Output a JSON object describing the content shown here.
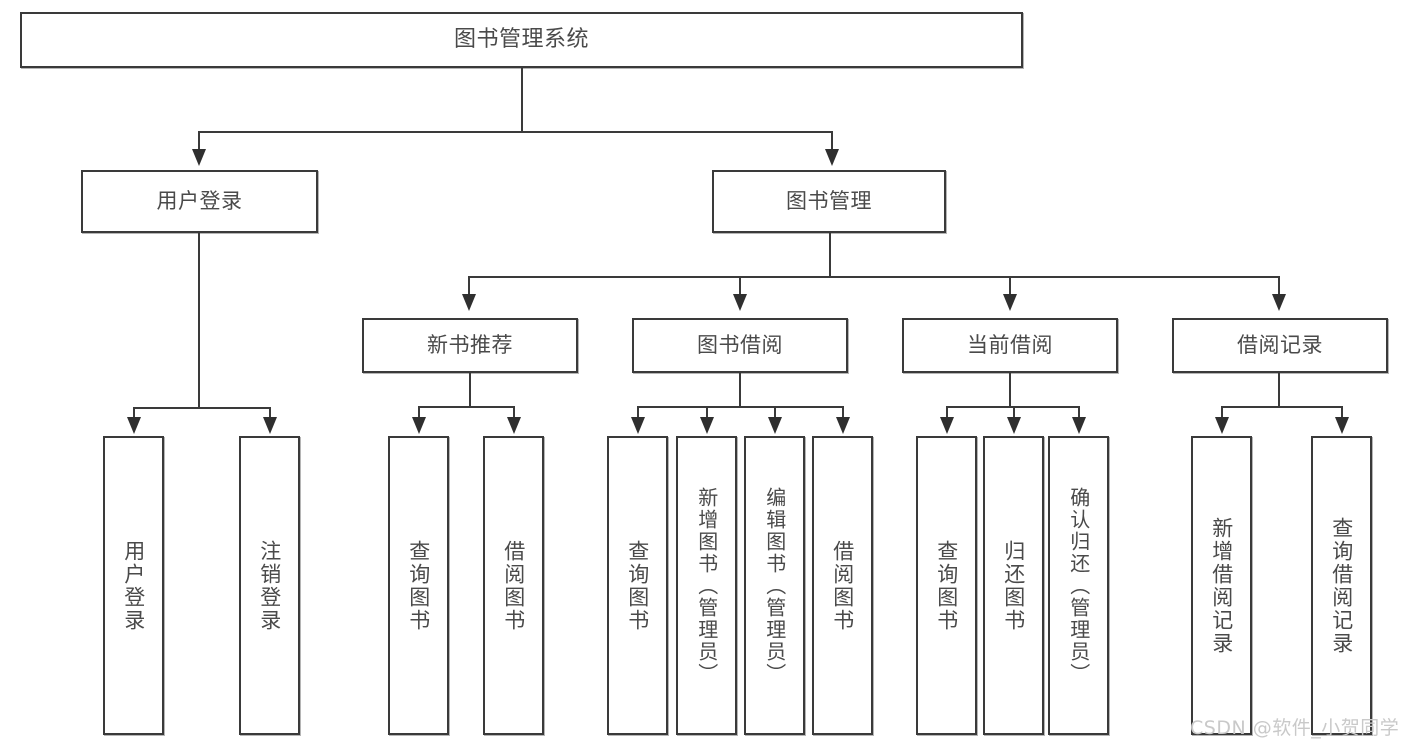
{
  "diagram": {
    "title": "图书管理系统",
    "type": "hierarchy-tree",
    "levels": 4,
    "nodes": {
      "root": {
        "label": "图书管理系统"
      },
      "level2": [
        {
          "id": "user-login",
          "label": "用户登录"
        },
        {
          "id": "book-management",
          "label": "图书管理"
        }
      ],
      "level3": [
        {
          "id": "new-book-recommend",
          "label": "新书推荐",
          "parent": "book-management"
        },
        {
          "id": "book-borrow",
          "label": "图书借阅",
          "parent": "book-management"
        },
        {
          "id": "current-borrow",
          "label": "当前借阅",
          "parent": "book-management"
        },
        {
          "id": "borrow-record",
          "label": "借阅记录",
          "parent": "book-management"
        }
      ],
      "leaves": [
        {
          "id": "leaf-user-login",
          "label": "用户登录",
          "parent": "user-login"
        },
        {
          "id": "leaf-user-logout",
          "label": "注销登录",
          "parent": "user-login"
        },
        {
          "id": "leaf-query-book-1",
          "label": "查询图书",
          "parent": "new-book-recommend"
        },
        {
          "id": "leaf-borrow-book-1",
          "label": "借阅图书",
          "parent": "new-book-recommend"
        },
        {
          "id": "leaf-query-book-2",
          "label": "查询图书",
          "parent": "book-borrow"
        },
        {
          "id": "leaf-add-book",
          "label": "新增图书（管理员）",
          "parent": "book-borrow"
        },
        {
          "id": "leaf-edit-book",
          "label": "编辑图书（管理员）",
          "parent": "book-borrow"
        },
        {
          "id": "leaf-borrow-book-2",
          "label": "借阅图书",
          "parent": "book-borrow"
        },
        {
          "id": "leaf-query-book-3",
          "label": "查询图书",
          "parent": "current-borrow"
        },
        {
          "id": "leaf-return-book",
          "label": "归还图书",
          "parent": "current-borrow"
        },
        {
          "id": "leaf-confirm-return",
          "label": "确认归还（管理员）",
          "parent": "current-borrow"
        },
        {
          "id": "leaf-add-record",
          "label": "新增借阅记录",
          "parent": "borrow-record"
        },
        {
          "id": "leaf-query-record",
          "label": "查询借阅记录",
          "parent": "borrow-record"
        }
      ]
    },
    "colors": {
      "border": "#3a3a3a",
      "text": "#4a4a4a",
      "background": "#ffffff",
      "watermark": "#c9c9c9"
    }
  },
  "watermark": {
    "text": "CSDN @软件_小贺同学"
  }
}
